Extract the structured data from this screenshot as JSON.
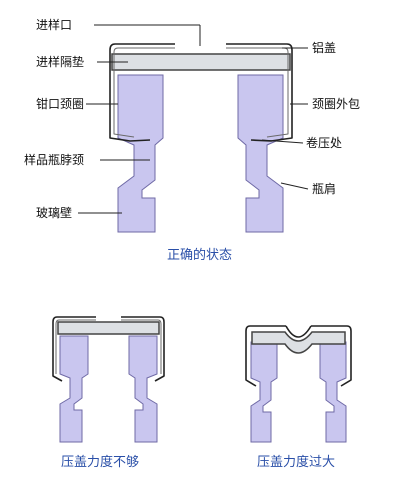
{
  "labels": {
    "inlet": "进样口",
    "septum": "进样隔垫",
    "collar": "钳口颈圈",
    "neck": "样品瓶脖颈",
    "wall": "玻璃壁",
    "cap": "铝盖",
    "collar_wrap": "颈圈外包",
    "crimp": "卷压处",
    "shoulder": "瓶肩"
  },
  "captions": {
    "correct": "正确的状态",
    "under": "压盖力度不够",
    "over": "压盖力度过大"
  },
  "colors": {
    "glass_fill": "#c9c6ef",
    "glass_stroke": "#6f6aa6",
    "septum_fill": "#dde0e4",
    "caption": "#2a4fa8"
  }
}
